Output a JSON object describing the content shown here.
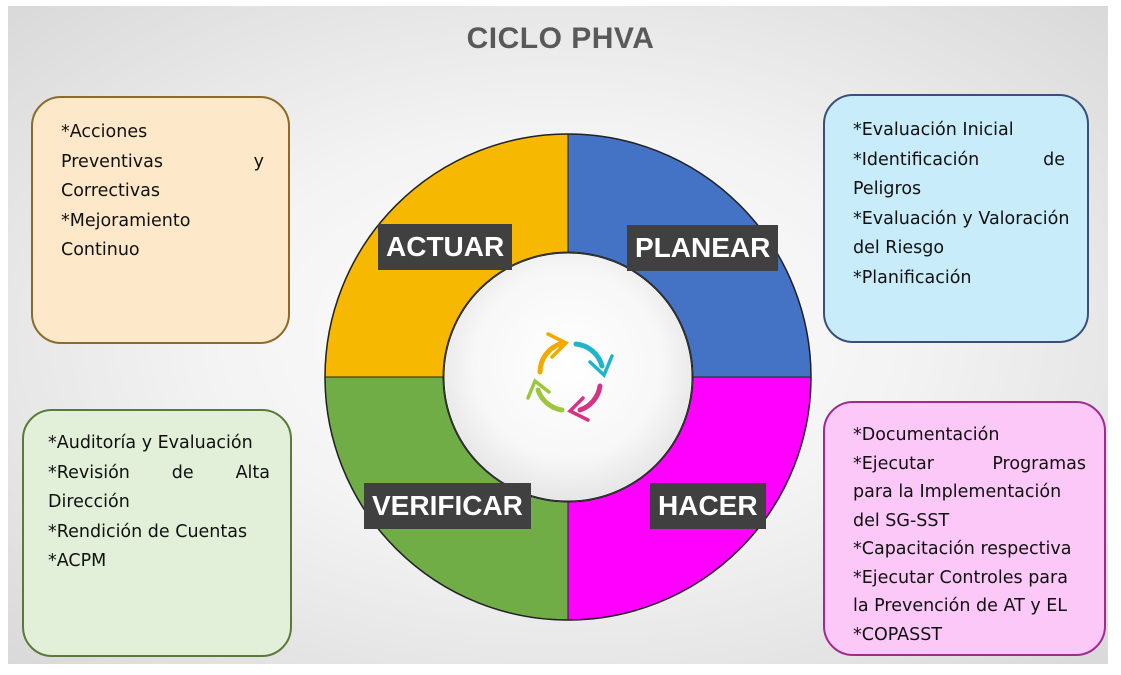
{
  "title": "CICLO PHVA",
  "phases": {
    "actuar": {
      "label": "ACTUAR",
      "color": "#f6b800"
    },
    "planear": {
      "label": "PLANEAR",
      "color": "#4472c4"
    },
    "hacer": {
      "label": "HACER",
      "color": "#ff00ff"
    },
    "verificar": {
      "label": "VERIFICAR",
      "color": "#70ad47"
    }
  },
  "boxes": {
    "actuar": {
      "color": "#fde9c9",
      "lines": [
        "*Acciones",
        [
          "Preventivas",
          "y"
        ],
        "Correctivas",
        "*Mejoramiento",
        "Continuo"
      ]
    },
    "planear": {
      "color": "#c9ecfb",
      "lines": [
        "*Evaluación Inicial",
        [
          "*Identificación",
          "de"
        ],
        "Peligros",
        "*Evaluación y Valoración",
        "del Riesgo",
        "*Planificación"
      ]
    },
    "verificar": {
      "color": "#e2f0d9",
      "lines": [
        "*Auditoría y Evaluación",
        [
          "*Revisión",
          "de",
          "Alta"
        ],
        "Dirección",
        "*Rendición de Cuentas",
        "*ACPM"
      ]
    },
    "hacer": {
      "color": "#fbc8f7",
      "lines": [
        "*Documentación",
        [
          "*Ejecutar",
          "Programas"
        ],
        "para la Implementación",
        "del SG-SST",
        "*Capacitación respectiva",
        " *Ejecutar Controles para",
        "la Prevención de AT y EL",
        "*COPASST"
      ]
    }
  },
  "center_icon": "cycle-arrows-icon"
}
